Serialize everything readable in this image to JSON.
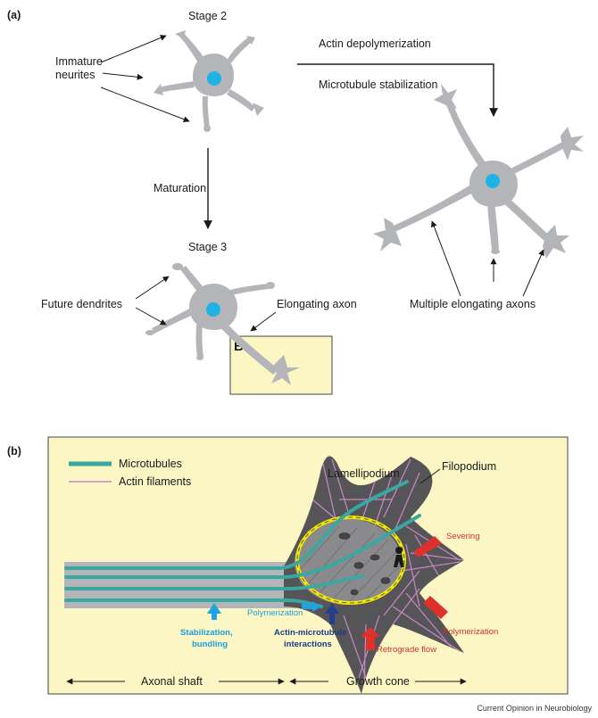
{
  "panels": {
    "a": "(a)",
    "b": "(b)"
  },
  "panel_a": {
    "stage2": "Stage 2",
    "stage3": "Stage 3",
    "immature_line1": "Immature",
    "immature_line2": "neurites",
    "actin_depoly": "Actin depolymerization",
    "mt_stab": "Microtubule stabilization",
    "maturation": "Maturation",
    "future_dendrites": "Future dendrites",
    "elongating_axon": "Elongating axon",
    "multiple_axons": "Multiple elongating axons",
    "inset_label": "B"
  },
  "panel_b": {
    "legend_mt": "Microtubules",
    "legend_actin": "Actin filaments",
    "lamellipodium": "Lamellipodium",
    "filopodium": "Filopodium",
    "severing": "Severing",
    "polymerization_mt": "Polymerization",
    "polymerization_actin": "Polymerization",
    "stab_line1": "Stabilization,",
    "stab_line2": "bundling",
    "ami_line1": "Actin-microtubule",
    "ami_line2": "interactions",
    "retrograde": "Retrograde flow",
    "axonal_shaft": "Axonal shaft",
    "growth_cone": "Growth cone"
  },
  "credit": "Current Opinion in Neurobiology",
  "colors": {
    "neuron": "#b3b5b8",
    "nucleus": "#1fb2e6",
    "panel_bg": "#fbf6c4",
    "growth_cone": "#555557",
    "microtubule": "#3aa7a0",
    "actin": "#c987c9",
    "yellow_ring": "#f5e800",
    "red_arrow": "#e0302b",
    "cyan_arrow": "#1fa3e0",
    "navy_arrow": "#243e8c",
    "red_text": "#d0312d",
    "cyan_text": "#1a9fdc",
    "navy_text": "#1f3a87"
  }
}
